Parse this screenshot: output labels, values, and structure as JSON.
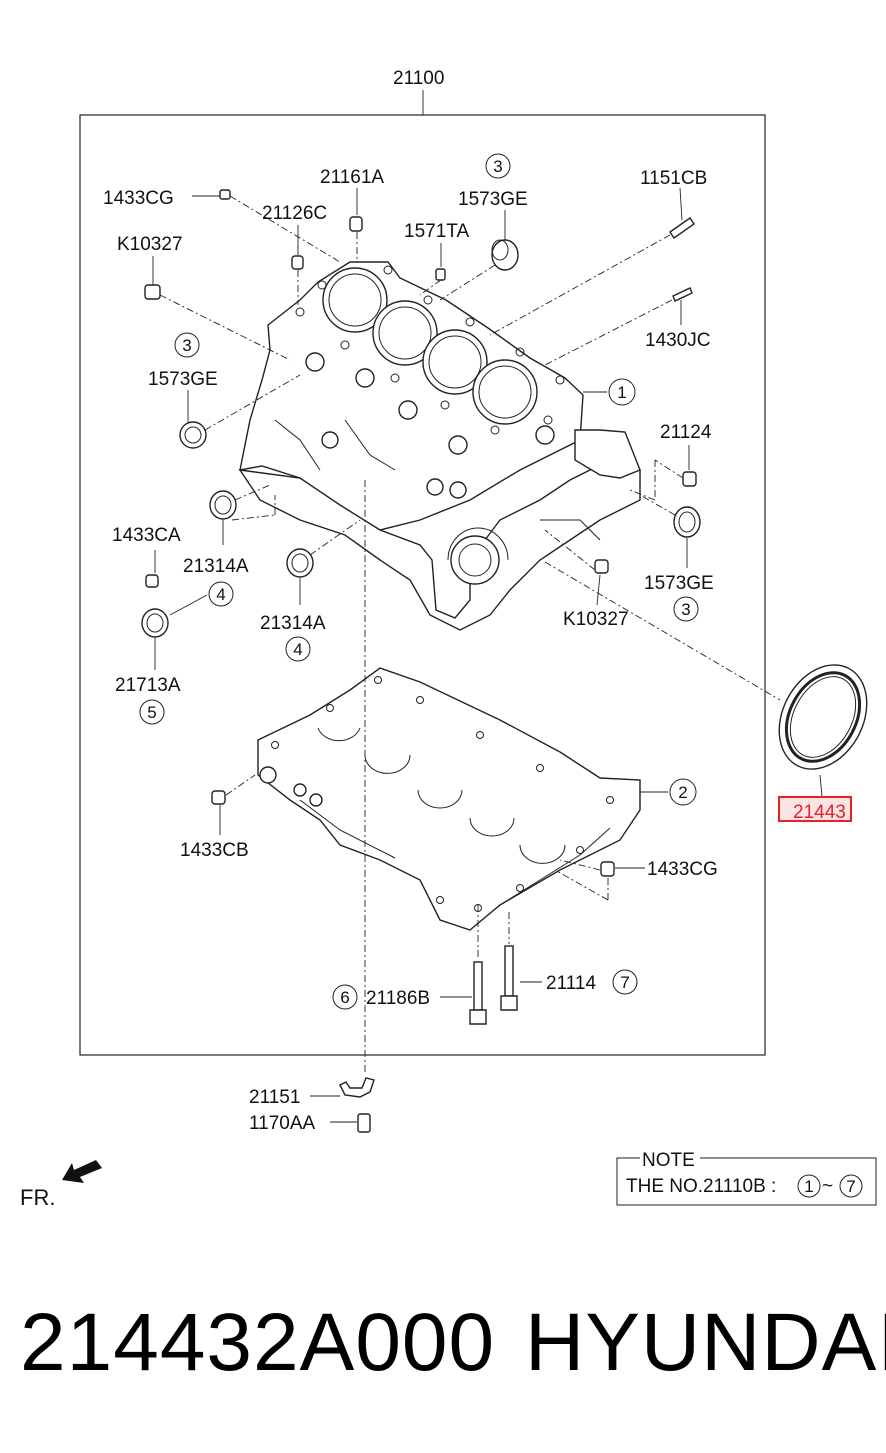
{
  "diagram": {
    "title_code": "21100",
    "callouts": {
      "c_1433CG_top": "1433CG",
      "c_21161A": "21161A",
      "c_21126C": "21126C",
      "c_1571TA": "1571TA",
      "c_1573GE_top": "1573GE",
      "c_1151CB": "1151CB",
      "c_K10327_top": "K10327",
      "c_1430JC": "1430JC",
      "c_1573GE_left": "1573GE",
      "c_21124": "21124",
      "c_1433CA": "1433CA",
      "c_21314A_a": "21314A",
      "c_21314A_b": "21314A",
      "c_1573GE_right": "1573GE",
      "c_K10327_bottom": "K10327",
      "c_21713A": "21713A",
      "c_21443": "21443",
      "c_1433CB": "1433CB",
      "c_1433CG_bottom": "1433CG",
      "c_21114": "21114",
      "c_21186B": "21186B",
      "c_21151": "21151",
      "c_1170AA": "1170AA",
      "fr": "FR."
    },
    "circled_refs": {
      "r_3_top": "3",
      "r_3_left": "3",
      "r_1": "1",
      "r_4_a": "4",
      "r_4_b": "4",
      "r_3_right": "3",
      "r_5": "5",
      "r_2": "2",
      "r_7": "7",
      "r_6": "6"
    },
    "highlighted_part": "21443",
    "highlight_color": "#e8202a",
    "note": {
      "title": "NOTE",
      "text": "THE NO.21110B :",
      "range_from": "1",
      "range_sep": "~",
      "range_to": "7"
    }
  },
  "footer": {
    "part_number": "214432A000",
    "brand": "HYUNDAI"
  }
}
